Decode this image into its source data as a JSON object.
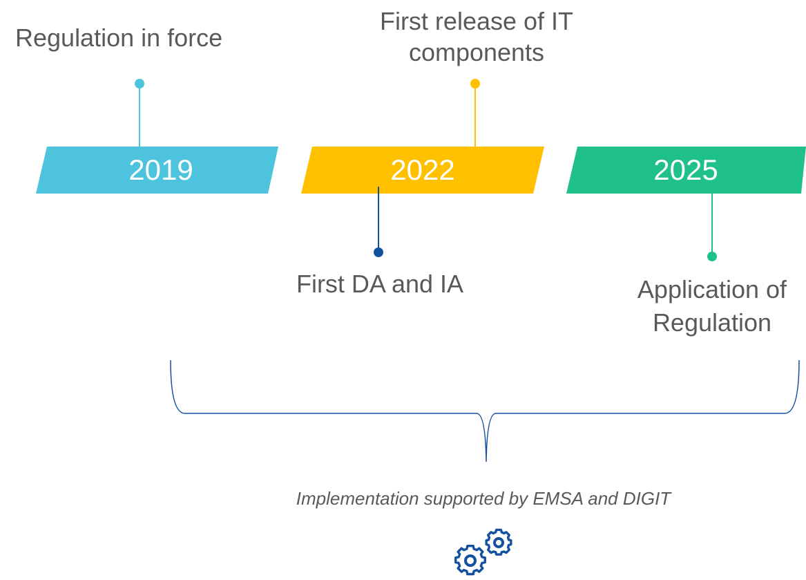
{
  "milestones": [
    {
      "year": "2019",
      "label": "Regulation in force",
      "color": "#4dc3dd"
    },
    {
      "year": "2022",
      "label_top": "First release of IT components",
      "label_bottom": "First DA and IA",
      "color": "#ffc000",
      "bottom_color": "#1450a0"
    },
    {
      "year": "2025",
      "label": "Application of Regulation",
      "color": "#20c08a"
    }
  ],
  "labels": {
    "m2019_top": "Regulation in force",
    "m2022_top_line1": "First release of IT",
    "m2022_top_line2": "components",
    "m2022_bottom": "First DA and IA",
    "m2025_bottom_line1": "Application of",
    "m2025_bottom_line2": "Regulation"
  },
  "years": {
    "y2019": "2019",
    "y2022": "2022",
    "y2025": "2025"
  },
  "brace_note": "Implementation supported by EMSA and DIGIT",
  "icons": {
    "gears": "gears-icon"
  },
  "colors": {
    "blue_band": "#4dc3dd",
    "yellow_band": "#ffc000",
    "green_band": "#20c08a",
    "dark_blue": "#1450a0",
    "text": "#595959"
  }
}
